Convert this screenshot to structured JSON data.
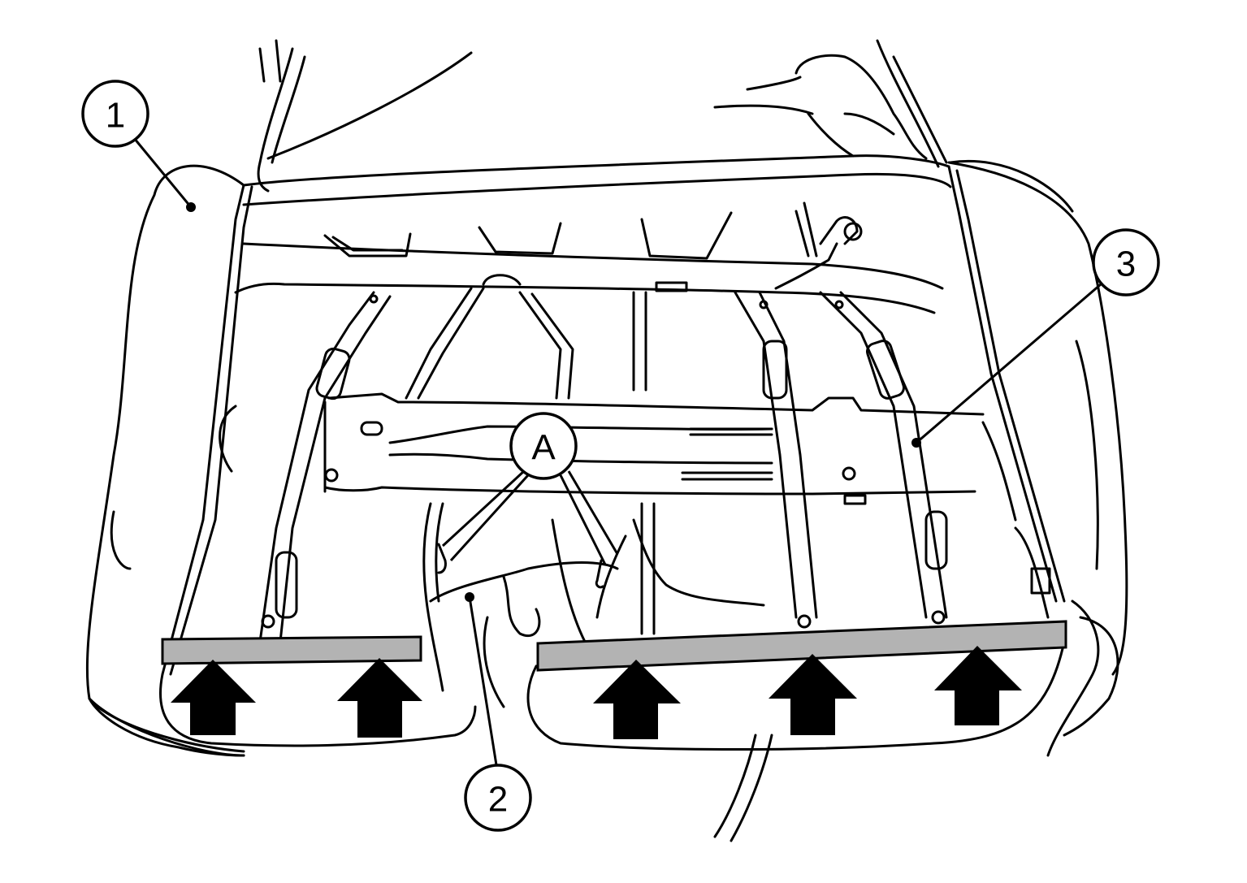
{
  "colors": {
    "line": "#000000",
    "strip_fill": "#b3b3b3",
    "background": "#ffffff"
  },
  "callouts": [
    {
      "id": "1",
      "label": "1"
    },
    {
      "id": "2",
      "label": "2"
    },
    {
      "id": "3",
      "label": "3"
    },
    {
      "id": "A",
      "label": "A"
    }
  ],
  "arrows": {
    "count": 5,
    "icon": "arrow-up-icon"
  }
}
